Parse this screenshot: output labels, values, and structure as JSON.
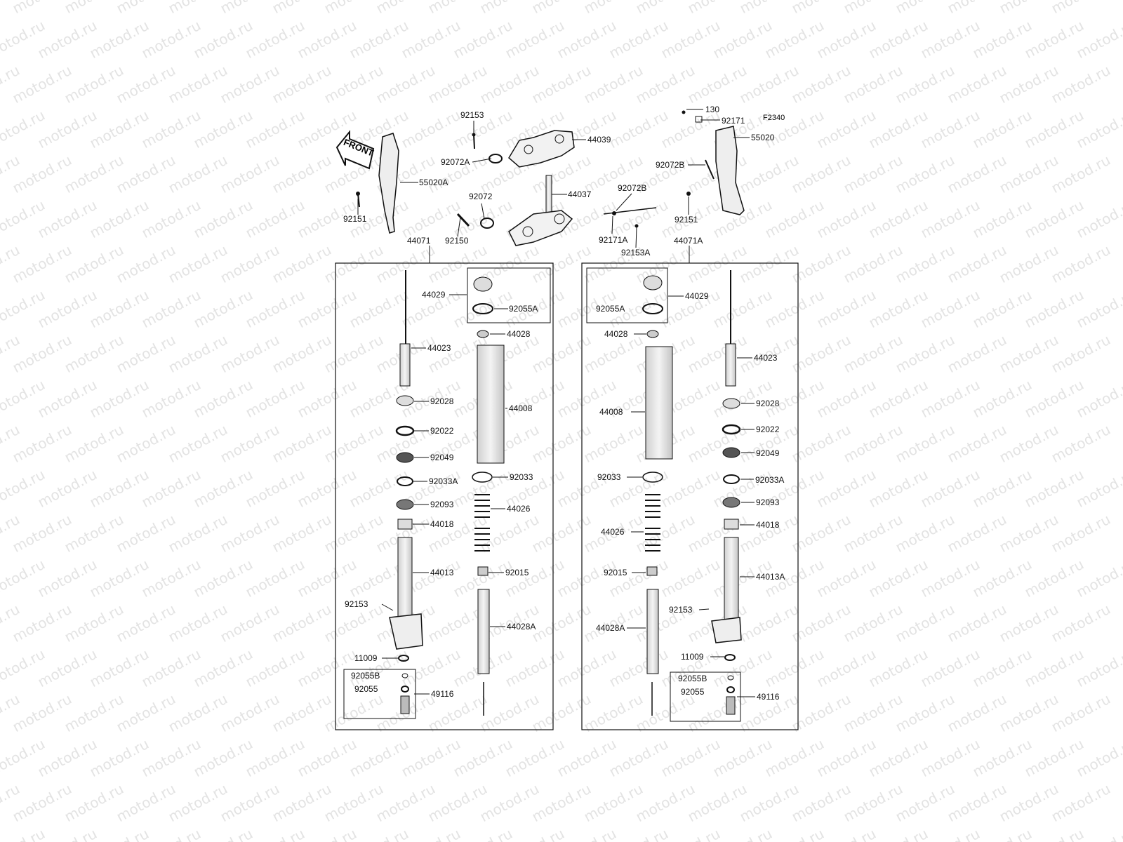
{
  "diagram": {
    "code": "F2340",
    "watermark": "motod.ru",
    "front_label": "FRONT",
    "top_labels": [
      "92153",
      "44039",
      "92072A",
      "44037",
      "92072",
      "92150",
      "92072B",
      "92171A",
      "92153A",
      "55020A",
      "92151",
      "130",
      "92171",
      "55020",
      "92072B",
      "92151"
    ],
    "assembly_labels": [
      "44071",
      "44071A"
    ],
    "left_labels": [
      "44029",
      "92055A",
      "44028",
      "44023",
      "44008",
      "92028",
      "92022",
      "92049",
      "92033A",
      "92033",
      "92093",
      "44026",
      "44018",
      "44013",
      "92015",
      "92153",
      "44028A",
      "11009",
      "92055B",
      "92055",
      "49116"
    ],
    "right_labels": [
      "44029",
      "92055A",
      "44028",
      "44023",
      "44008",
      "92028",
      "92022",
      "92049",
      "92033",
      "92033A",
      "92093",
      "44026",
      "44018",
      "44013A",
      "92015",
      "92153",
      "44028A",
      "11009",
      "92055B",
      "92055",
      "49116"
    ]
  }
}
